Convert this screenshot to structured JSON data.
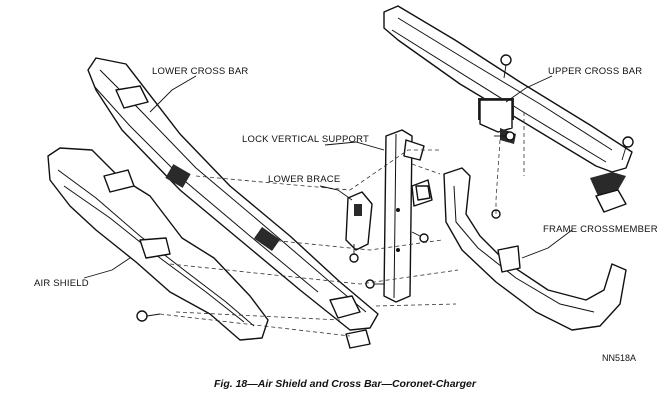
{
  "labels": {
    "lower_cross_bar": "LOWER CROSS BAR",
    "upper_cross_bar": "UPPER CROSS BAR",
    "lock_vertical_support": "LOCK VERTICAL SUPPORT",
    "lower_brace": "LOWER BRACE",
    "frame_crossmember": "FRAME CROSSMEMBER",
    "air_shield": "AIR SHIELD"
  },
  "reference_code": "NN518A",
  "caption": "Fig. 18—Air Shield and Cross Bar—Coronet-Charger"
}
